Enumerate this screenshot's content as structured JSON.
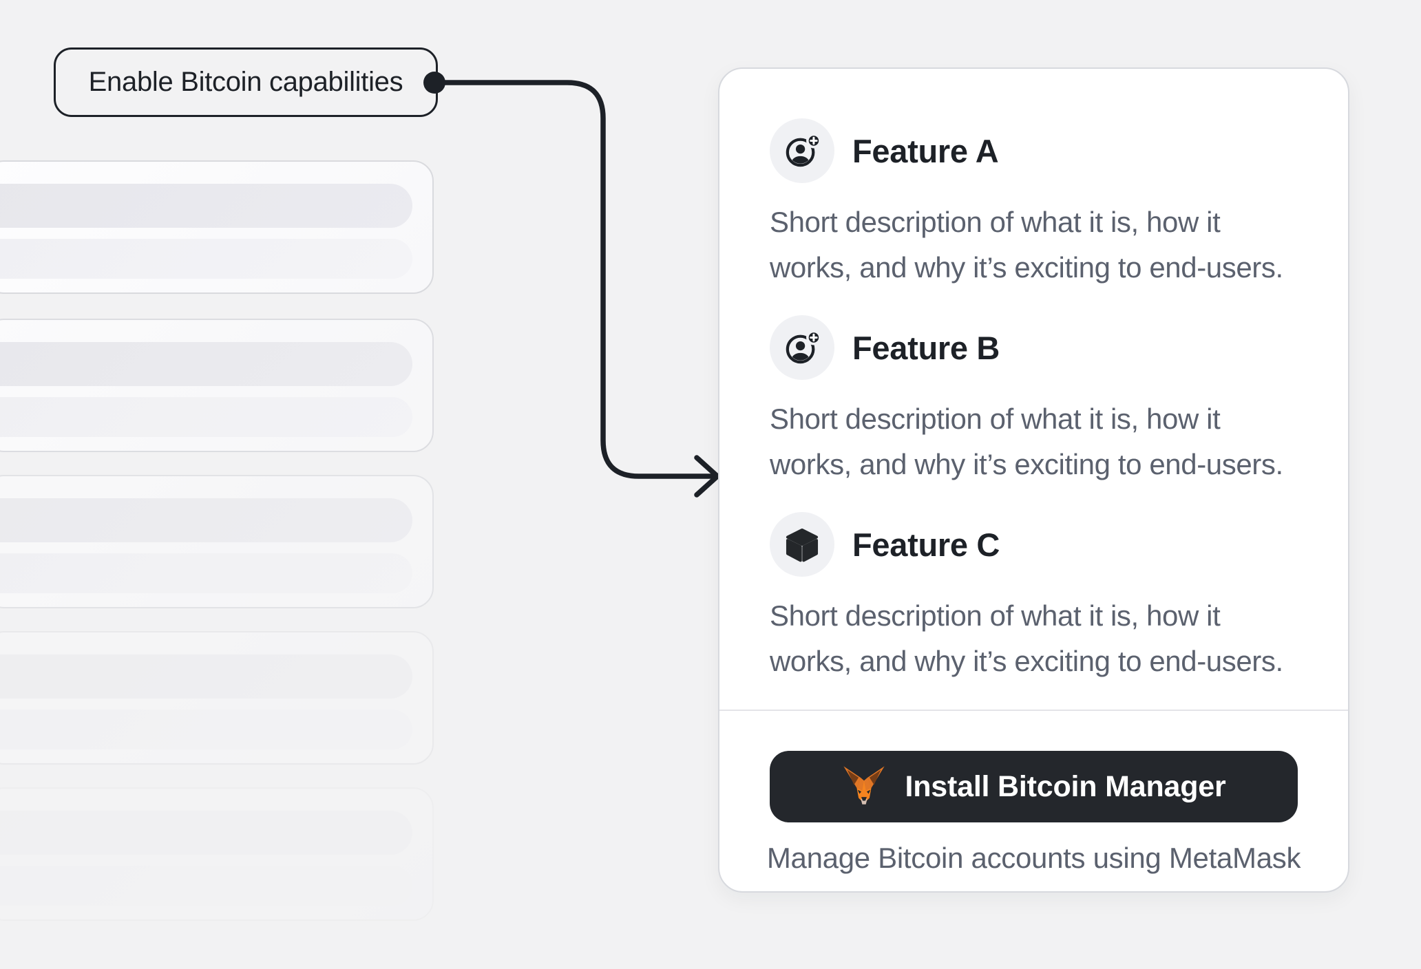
{
  "annotation": {
    "label": "Enable Bitcoin capabilities"
  },
  "panel": {
    "features": [
      {
        "title": "Feature A",
        "icon": "user-plus-icon",
        "description": "Short description of what it is, how it\nworks, and why it’s exciting to end-users."
      },
      {
        "title": "Feature B",
        "icon": "user-plus-icon",
        "description": "Short description of what it is, how it\nworks, and why it’s exciting to end-users."
      },
      {
        "title": "Feature C",
        "icon": "cube-icon",
        "description": "Short description of what it is, how it\nworks, and why it’s exciting to end-users."
      }
    ],
    "footer": {
      "button_label": "Install Bitcoin Manager",
      "button_icon": "metamask-fox-icon",
      "caption": "Manage Bitcoin accounts using MetaMask"
    }
  },
  "skeleton_list": {
    "card_count": 5,
    "rows_per_card": 2
  },
  "colors": {
    "background": "#f2f2f3",
    "ink": "#1d2127",
    "text_secondary": "#5b616e",
    "panel_background": "#ffffff",
    "panel_border": "#d7d9de",
    "divider": "#e4e4e8",
    "icon_circle_background": "#f0f1f4",
    "button_background": "#24272c",
    "button_text": "#ffffff",
    "fox_orange": "#e17726",
    "fox_brown": "#763d16",
    "fox_muzzle": "#d5bfb2",
    "skeleton_pill_dark": "#e8e8ed",
    "skeleton_pill_light": "#f1f1f5"
  }
}
